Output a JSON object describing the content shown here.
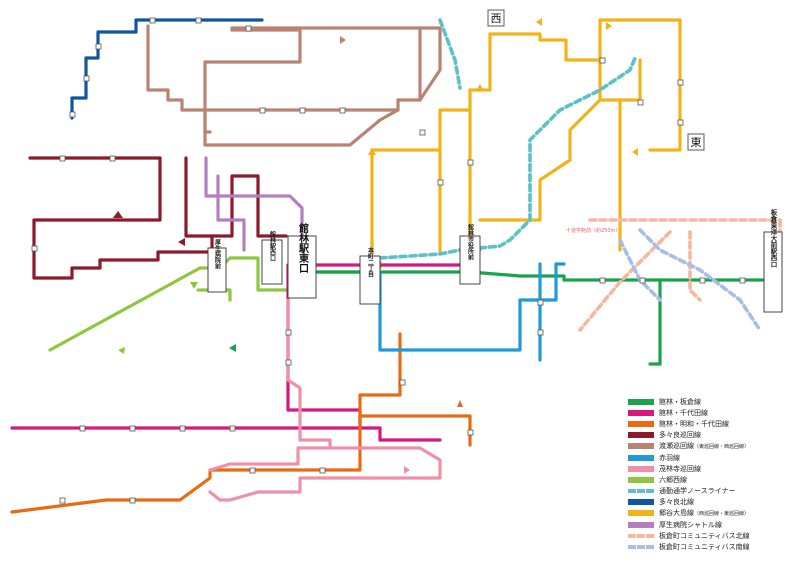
{
  "compass": {
    "west": "西",
    "east": "東"
  },
  "hubs": {
    "tatebayashi_east": "館林駅東口",
    "tatebayashi_west": "館林駅西口",
    "itakura_east": "板倉東洋大前駅西口",
    "honcho": "本町二丁目",
    "city_hall": "館林市役所前",
    "kosei": "厚生病院前"
  },
  "notes": {
    "pink": "十道学館前（約250m）"
  },
  "legend": [
    {
      "label": "館林・板倉線",
      "sub": "",
      "color": "#1aa34a",
      "dash": false
    },
    {
      "label": "館林・千代田線",
      "sub": "",
      "color": "#d4187f",
      "dash": false
    },
    {
      "label": "館林・明和・千代田線",
      "sub": "",
      "color": "#e86a12",
      "dash": false
    },
    {
      "label": "多々良巡回線",
      "sub": "",
      "color": "#8b1a2a",
      "dash": false
    },
    {
      "label": "渡瀬巡回線",
      "sub": "（東巡回線・西巡回線）",
      "color": "#b98272",
      "dash": false
    },
    {
      "label": "赤羽線",
      "sub": "",
      "color": "#1f9ad6",
      "dash": false
    },
    {
      "label": "茂林寺巡回線",
      "sub": "",
      "color": "#ef8fa8",
      "dash": false
    },
    {
      "label": "六郷西線",
      "sub": "",
      "color": "#8ec63f",
      "dash": false
    },
    {
      "label": "通勤通学ノースライナー",
      "sub": "",
      "color": "#5bc0c8",
      "dash": true
    },
    {
      "label": "多々良北線",
      "sub": "",
      "color": "#10569e",
      "dash": false
    },
    {
      "label": "郷谷大島線",
      "sub": "（西巡回線・東巡回線）",
      "color": "#f2b21a",
      "dash": false
    },
    {
      "label": "厚生病院シャトル線",
      "sub": "",
      "color": "#b57ec0",
      "dash": false
    },
    {
      "label": "板倉町コミュニティバス北線",
      "sub": "",
      "color": "#f5b79e",
      "dash": true
    },
    {
      "label": "板倉町コミュニティバス南線",
      "sub": "",
      "color": "#a7bde6",
      "dash": true
    }
  ]
}
